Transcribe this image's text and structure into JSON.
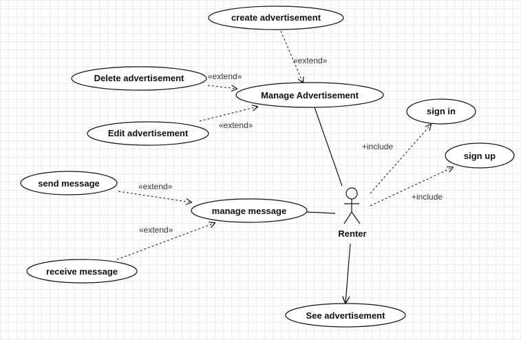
{
  "use_cases": {
    "create_ad": "create advertisement",
    "delete_ad": "Delete advertisement",
    "manage_ad": "Manage Advertisement",
    "edit_ad": "Edit advertisement",
    "sign_in": "sign in",
    "sign_up": "sign up",
    "send_msg": "send message",
    "manage_msg": "manage message",
    "receive_msg": "receive message",
    "see_ad": "See advertisement"
  },
  "actor": {
    "name": "Renter"
  },
  "relations": {
    "extend_create": "«extend»",
    "extend_delete": "«extend»",
    "extend_edit": "«extend»",
    "extend_send": "«extend»",
    "extend_receive": "«extend»",
    "include_sign_in": "+include",
    "include_sign_up": "+include"
  }
}
